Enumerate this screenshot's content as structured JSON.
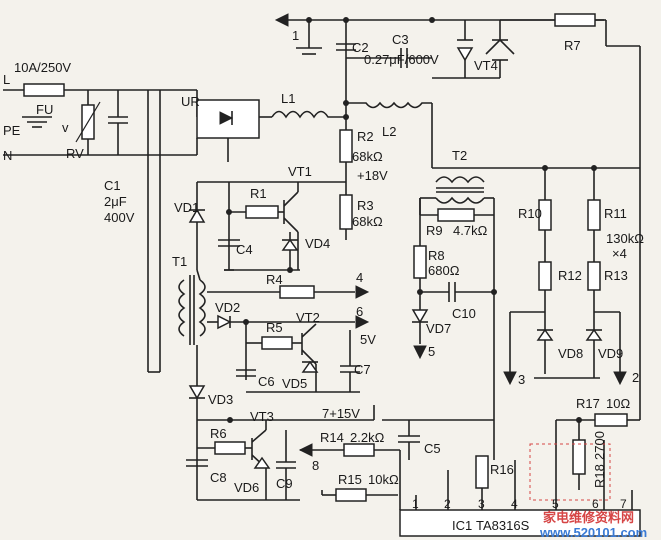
{
  "colors": {
    "ink": "#222222",
    "paper": "#f4f2ec",
    "watermark": "#d64545"
  },
  "labels": {
    "fuse_rating": "10A/250V",
    "L": "L",
    "FU": "FU",
    "PE": "PE",
    "N": "N",
    "RV": "RV",
    "v": "v",
    "C1": "C1",
    "C1_val": "2μF",
    "C1_volt": "400V",
    "UR": "UR",
    "L1": "L1",
    "L2": "L2",
    "C2": "C2",
    "C3": "C3",
    "C3_val": "0.27μF/600V",
    "VT4": "VT4",
    "R7": "R7",
    "R2": "R2",
    "R2_val": "68kΩ",
    "plus18V": "+18V",
    "R3": "R3",
    "R3_val": "68kΩ",
    "T2": "T2",
    "R9": "R9",
    "R9_val": "4.7kΩ",
    "R8": "R8",
    "R8_val": "680Ω",
    "C10": "C10",
    "VD7": "VD7",
    "R10": "R10",
    "R11": "R11",
    "R11_val": "130kΩ",
    "x4": "×4",
    "R12": "R12",
    "R13": "R13",
    "VD8": "VD8",
    "VD9": "VD9",
    "VT1": "VT1",
    "R1": "R1",
    "VD1": "VD1",
    "C4": "C4",
    "VD4": "VD4",
    "T1": "T1",
    "R4": "R4",
    "VD2": "VD2",
    "VT2": "VT2",
    "R5": "R5",
    "C6": "C6",
    "VD5": "VD5",
    "C7": "C7",
    "v5V": "5V",
    "VD3": "VD3",
    "VT3": "VT3",
    "R6": "R6",
    "v7_15V": "7+15V",
    "R14": "R14",
    "R14_val": "2.2kΩ",
    "C5": "C5",
    "C8": "C8",
    "VD6": "VD6",
    "C9": "C9",
    "R15": "R15",
    "R15_val": "10kΩ",
    "R16": "R16",
    "R17": "R17",
    "R17_val": "10Ω",
    "R18": "R18",
    "R18_val": "2700",
    "IC1": "IC1",
    "IC1_part": "TA8316S",
    "n1": "1",
    "n2": "2",
    "n3": "3",
    "n4": "4",
    "n5": "5",
    "n6": "6",
    "n8": "8",
    "p1": "1",
    "p2": "2",
    "p3": "3",
    "p4": "4",
    "p5": "5",
    "p6": "6",
    "p7": "7"
  },
  "watermark": {
    "line1": "家电维修资料网",
    "line2": "www.520101.com"
  }
}
